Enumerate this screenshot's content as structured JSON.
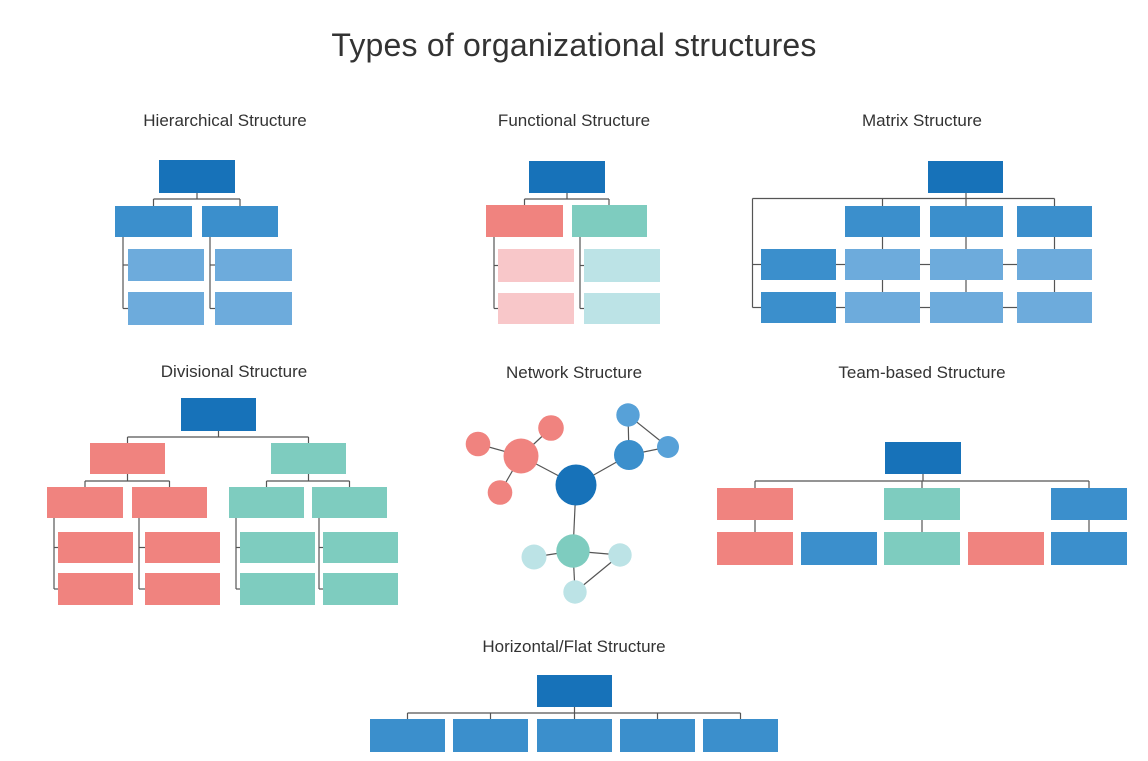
{
  "title": "Types of organizational structures",
  "colors": {
    "blueDark": "#1772B9",
    "blueMed": "#3B8FCC",
    "blueLight": "#6DABDC",
    "blueSky": "#57A1D8",
    "salmon": "#F0837F",
    "pinkLight": "#F8C7C9",
    "teal": "#7ECCBF",
    "tealLight": "#BCE3E6",
    "line": "#555555",
    "text": "#333333",
    "background": "#ffffff"
  },
  "diagrams": [
    {
      "id": "hierarchical",
      "label": "Hierarchical Structure",
      "boxes": [
        [
          159,
          160,
          76,
          33,
          "blueDark"
        ],
        [
          115,
          206,
          77,
          31,
          "blueMed"
        ],
        [
          202,
          206,
          76,
          31,
          "blueMed"
        ],
        [
          128,
          249,
          76,
          32,
          "blueLight"
        ],
        [
          128,
          292,
          76,
          33,
          "blueLight"
        ],
        [
          215,
          249,
          77,
          32,
          "blueLight"
        ],
        [
          215,
          292,
          77,
          33,
          "blueLight"
        ]
      ],
      "lines": [
        [
          197,
          193,
          197,
          199
        ],
        [
          153.5,
          199,
          240,
          199
        ],
        [
          153.5,
          199,
          153.5,
          206
        ],
        [
          240,
          199,
          240,
          206
        ],
        [
          123,
          237,
          123,
          308.5
        ],
        [
          123,
          265,
          128,
          265
        ],
        [
          123,
          308.5,
          128,
          308.5
        ],
        [
          210,
          237,
          210,
          308.5
        ],
        [
          210,
          265,
          215,
          265
        ],
        [
          210,
          308.5,
          215,
          308.5
        ]
      ]
    },
    {
      "id": "functional",
      "label": "Functional Structure",
      "boxes": [
        [
          529,
          161,
          76,
          32,
          "blueDark"
        ],
        [
          486,
          205,
          77,
          32,
          "salmon"
        ],
        [
          572,
          205,
          75,
          32,
          "teal"
        ],
        [
          498,
          249,
          76,
          33,
          "pinkLight"
        ],
        [
          498,
          293,
          76,
          31,
          "pinkLight"
        ],
        [
          584,
          249,
          76,
          33,
          "tealLight"
        ],
        [
          584,
          293,
          76,
          31,
          "tealLight"
        ]
      ],
      "lines": [
        [
          567,
          193,
          567,
          199
        ],
        [
          524.5,
          199,
          609,
          199
        ],
        [
          524.5,
          199,
          524.5,
          205
        ],
        [
          609,
          199,
          609,
          205
        ],
        [
          494,
          237,
          494,
          308.5
        ],
        [
          494,
          265.5,
          498,
          265.5
        ],
        [
          494,
          308.5,
          498,
          308.5
        ],
        [
          580,
          237,
          580,
          308.5
        ],
        [
          580,
          265.5,
          584,
          265.5
        ],
        [
          580,
          308.5,
          584,
          308.5
        ]
      ]
    },
    {
      "id": "matrix",
      "label": "Matrix Structure",
      "boxes": [
        [
          928,
          161,
          75,
          32,
          "blueDark"
        ],
        [
          845,
          206,
          75,
          31,
          "blueMed"
        ],
        [
          930,
          206,
          73,
          31,
          "blueMed"
        ],
        [
          1017,
          206,
          75,
          31,
          "blueMed"
        ],
        [
          761,
          249,
          75,
          31,
          "blueMed"
        ],
        [
          845,
          249,
          75,
          31,
          "blueLight"
        ],
        [
          930,
          249,
          73,
          31,
          "blueLight"
        ],
        [
          1017,
          249,
          75,
          31,
          "blueLight"
        ],
        [
          761,
          292,
          75,
          31,
          "blueMed"
        ],
        [
          845,
          292,
          75,
          31,
          "blueLight"
        ],
        [
          930,
          292,
          73,
          31,
          "blueLight"
        ],
        [
          1017,
          292,
          75,
          31,
          "blueLight"
        ]
      ],
      "lines": [
        [
          966,
          193,
          966,
          198.5
        ],
        [
          752.5,
          198.5,
          1054.5,
          198.5
        ],
        [
          882.5,
          198.5,
          882.5,
          206
        ],
        [
          966,
          198.5,
          966,
          206
        ],
        [
          1054.5,
          198.5,
          1054.5,
          206
        ],
        [
          752.5,
          198.5,
          752.5,
          307.5
        ],
        [
          752.5,
          264.5,
          761,
          264.5
        ],
        [
          752.5,
          307.5,
          761,
          307.5
        ],
        [
          882.5,
          237,
          882.5,
          249
        ],
        [
          966,
          237,
          966,
          249
        ],
        [
          1054.5,
          237,
          1054.5,
          249
        ],
        [
          882.5,
          280,
          882.5,
          292
        ],
        [
          966,
          280,
          966,
          292
        ],
        [
          1054.5,
          280,
          1054.5,
          292
        ],
        [
          836,
          264.5,
          845,
          264.5
        ],
        [
          920,
          264.5,
          930,
          264.5
        ],
        [
          1003,
          264.5,
          1017,
          264.5
        ],
        [
          836,
          307.5,
          845,
          307.5
        ],
        [
          920,
          307.5,
          930,
          307.5
        ],
        [
          1003,
          307.5,
          1017,
          307.5
        ]
      ]
    },
    {
      "id": "divisional",
      "label": "Divisional Structure",
      "boxes": [
        [
          181,
          398,
          75,
          33,
          "blueDark"
        ],
        [
          90,
          443,
          75,
          31,
          "salmon"
        ],
        [
          271,
          443,
          75,
          31,
          "teal"
        ],
        [
          47,
          487,
          76,
          31,
          "salmon"
        ],
        [
          132,
          487,
          75,
          31,
          "salmon"
        ],
        [
          229,
          487,
          75,
          31,
          "teal"
        ],
        [
          312,
          487,
          75,
          31,
          "teal"
        ],
        [
          58,
          532,
          75,
          31,
          "salmon"
        ],
        [
          58,
          573,
          75,
          32,
          "salmon"
        ],
        [
          145,
          532,
          75,
          31,
          "salmon"
        ],
        [
          145,
          573,
          75,
          32,
          "salmon"
        ],
        [
          240,
          532,
          75,
          31,
          "teal"
        ],
        [
          240,
          573,
          75,
          32,
          "teal"
        ],
        [
          323,
          532,
          75,
          31,
          "teal"
        ],
        [
          323,
          573,
          75,
          32,
          "teal"
        ]
      ],
      "lines": [
        [
          218.5,
          431,
          218.5,
          437
        ],
        [
          127.5,
          437,
          308.5,
          437
        ],
        [
          127.5,
          437,
          127.5,
          443
        ],
        [
          308.5,
          437,
          308.5,
          443
        ],
        [
          127.5,
          474,
          127.5,
          481
        ],
        [
          85,
          481,
          169.5,
          481
        ],
        [
          85,
          481,
          85,
          487
        ],
        [
          169.5,
          481,
          169.5,
          487
        ],
        [
          308.5,
          474,
          308.5,
          481
        ],
        [
          266.5,
          481,
          349.5,
          481
        ],
        [
          266.5,
          481,
          266.5,
          487
        ],
        [
          349.5,
          481,
          349.5,
          487
        ],
        [
          54,
          518,
          54,
          589
        ],
        [
          54,
          547.5,
          58,
          547.5
        ],
        [
          54,
          589,
          58,
          589
        ],
        [
          139,
          518,
          139,
          589
        ],
        [
          139,
          547.5,
          145,
          547.5
        ],
        [
          139,
          589,
          145,
          589
        ],
        [
          236,
          518,
          236,
          589
        ],
        [
          236,
          547.5,
          240,
          547.5
        ],
        [
          236,
          589,
          240,
          589
        ],
        [
          319,
          518,
          319,
          589
        ],
        [
          319,
          547.5,
          323,
          547.5
        ],
        [
          319,
          589,
          323,
          589
        ]
      ]
    },
    {
      "id": "network",
      "label": "Network Structure",
      "edges": [
        [
          576,
          485,
          521,
          456
        ],
        [
          576,
          485,
          629,
          455
        ],
        [
          576,
          485,
          573,
          551
        ],
        [
          521,
          456,
          478,
          444
        ],
        [
          521,
          456,
          551,
          428
        ],
        [
          521,
          456,
          500,
          492.5
        ],
        [
          629,
          455,
          628,
          415
        ],
        [
          629,
          455,
          668,
          447
        ],
        [
          628,
          415,
          668,
          447
        ],
        [
          573,
          551,
          534,
          557
        ],
        [
          573,
          551,
          620,
          555
        ],
        [
          573,
          551,
          575,
          592
        ],
        [
          620,
          555,
          575,
          592
        ]
      ],
      "circles": [
        [
          576,
          485,
          20.5,
          "blueDark"
        ],
        [
          521,
          456,
          17.5,
          "salmon"
        ],
        [
          478,
          444,
          12.3,
          "salmon"
        ],
        [
          551,
          428,
          12.8,
          "salmon"
        ],
        [
          500,
          492.5,
          12.3,
          "salmon"
        ],
        [
          629,
          455,
          15,
          "blueMed"
        ],
        [
          628,
          415,
          11.7,
          "blueSky"
        ],
        [
          668,
          447,
          11,
          "blueSky"
        ],
        [
          573,
          551,
          16.7,
          "teal"
        ],
        [
          534,
          557,
          12.5,
          "tealLight"
        ],
        [
          620,
          555,
          11.7,
          "tealLight"
        ],
        [
          575,
          592,
          11.7,
          "tealLight"
        ]
      ]
    },
    {
      "id": "team-based",
      "label": "Team-based Structure",
      "boxes": [
        [
          885,
          442,
          76,
          32,
          "blueDark"
        ],
        [
          717,
          488,
          76,
          32,
          "salmon"
        ],
        [
          884,
          488,
          76,
          32,
          "teal"
        ],
        [
          1051,
          488,
          76,
          32,
          "blueMed"
        ],
        [
          717,
          532,
          76,
          33,
          "salmon"
        ],
        [
          801,
          532,
          76,
          33,
          "blueMed"
        ],
        [
          884,
          532,
          76,
          33,
          "teal"
        ],
        [
          968,
          532,
          76,
          33,
          "salmon"
        ],
        [
          1051,
          532,
          76,
          33,
          "blueMed"
        ]
      ],
      "lines": [
        [
          923,
          474,
          923,
          481
        ],
        [
          755,
          481,
          1089,
          481
        ],
        [
          755,
          481,
          755,
          488
        ],
        [
          922,
          481,
          922,
          488
        ],
        [
          1089,
          481,
          1089,
          488
        ],
        [
          755,
          520,
          755,
          532
        ],
        [
          922,
          520,
          922,
          532
        ],
        [
          1089,
          520,
          1089,
          532
        ]
      ]
    },
    {
      "id": "horizontal-flat",
      "label": "Horizontal/Flat Structure",
      "boxes": [
        [
          537,
          675,
          75,
          32,
          "blueDark"
        ],
        [
          370,
          719,
          75,
          33,
          "blueMed"
        ],
        [
          453,
          719,
          75,
          33,
          "blueMed"
        ],
        [
          537,
          719,
          75,
          33,
          "blueMed"
        ],
        [
          620,
          719,
          75,
          33,
          "blueMed"
        ],
        [
          703,
          719,
          75,
          33,
          "blueMed"
        ]
      ],
      "lines": [
        [
          574.5,
          707,
          574.5,
          713
        ],
        [
          407.5,
          713,
          740.5,
          713
        ],
        [
          407.5,
          713,
          407.5,
          719
        ],
        [
          490.5,
          713,
          490.5,
          719
        ],
        [
          574.5,
          713,
          574.5,
          719
        ],
        [
          657.5,
          713,
          657.5,
          719
        ],
        [
          740.5,
          713,
          740.5,
          719
        ]
      ]
    }
  ]
}
